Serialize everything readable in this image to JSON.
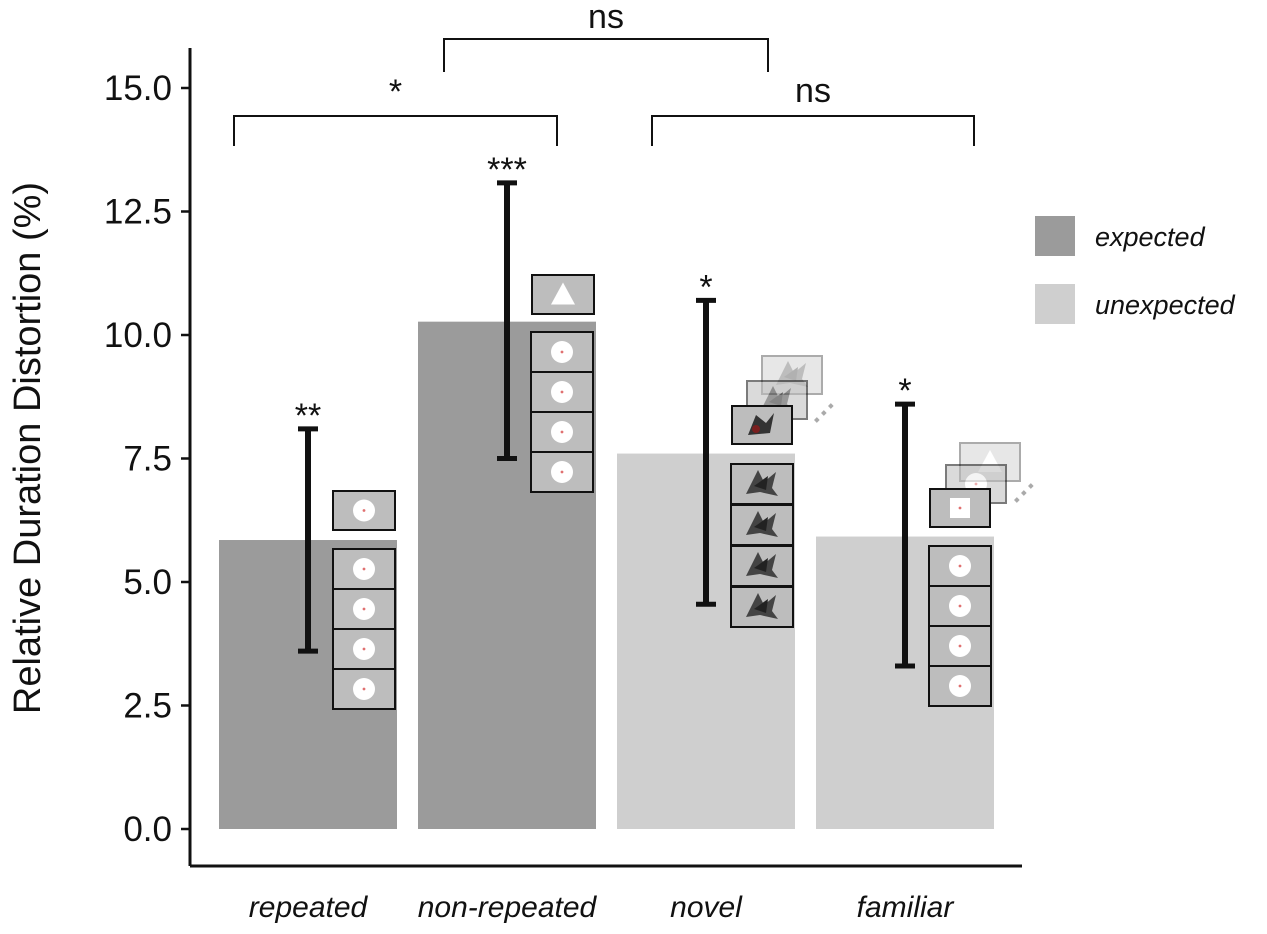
{
  "chart_data": {
    "type": "bar",
    "title": "",
    "xlabel": "",
    "ylabel": "Relative Duration Distortion (%)",
    "ylim": [
      0,
      15.0
    ],
    "yticks": [
      "0.0",
      "2.5",
      "5.0",
      "7.5",
      "10.0",
      "12.5",
      "15.0"
    ],
    "grid": false,
    "legend_position": "right",
    "categories": [
      "repeated",
      "non-repeated",
      "novel",
      "familiar"
    ],
    "values": [
      5.85,
      10.27,
      7.6,
      5.92
    ],
    "error_low": [
      3.6,
      7.5,
      4.55,
      3.3
    ],
    "error_high": [
      8.1,
      13.08,
      10.7,
      8.6
    ],
    "group": [
      "expected",
      "expected",
      "unexpected",
      "unexpected"
    ],
    "significance": [
      "**",
      "***",
      "*",
      "*"
    ],
    "legend": [
      {
        "label": "expected",
        "color": "#9b9b9b"
      },
      {
        "label": "unexpected",
        "color": "#cfcfcf"
      }
    ],
    "comparisons": [
      {
        "from": 0,
        "to": 1,
        "label": "*"
      },
      {
        "from": 1,
        "to": 2,
        "label": "ns"
      },
      {
        "from": 2,
        "to": 3,
        "label": "ns"
      }
    ],
    "colors": {
      "expected": "#9b9b9b",
      "unexpected": "#cfcfcf",
      "errorbar": "#111111"
    }
  }
}
